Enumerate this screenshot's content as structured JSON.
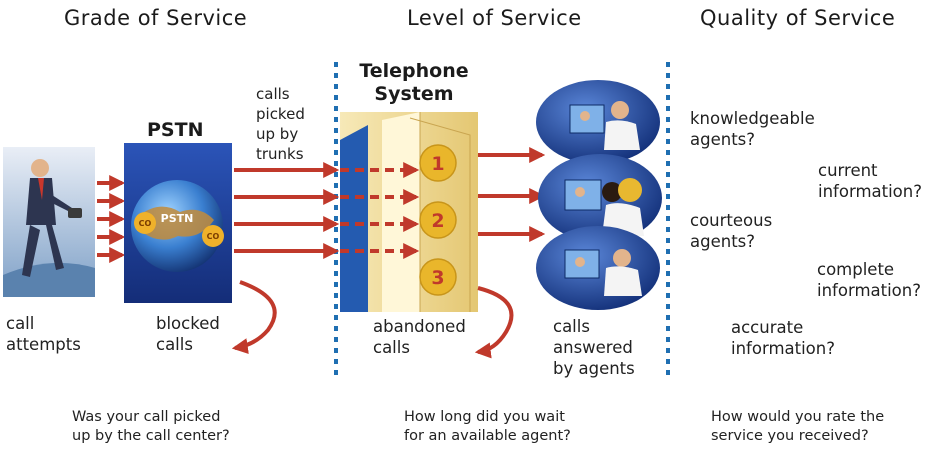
{
  "headings": {
    "grade": "Grade of Service",
    "level": "Level of Service",
    "quality": "Quality of Service"
  },
  "labels": {
    "pstn": "PSTN",
    "telephone_system_line1": "Telephone",
    "telephone_system_line2": "System",
    "calls_picked_line1": "calls",
    "calls_picked_line2": "picked",
    "calls_picked_line3": "up by",
    "calls_picked_line4": "trunks",
    "call_attempts_line1": "call",
    "call_attempts_line2": "attempts",
    "blocked_line1": "blocked",
    "blocked_line2": "calls",
    "abandoned_line1": "abandoned",
    "abandoned_line2": "calls",
    "answered_line1": "calls",
    "answered_line2": "answered",
    "answered_line3": "by agents",
    "globe_text": "PSTN",
    "co_left": "CO",
    "co_right": "CO"
  },
  "queue_numbers": [
    "1",
    "2",
    "3"
  ],
  "quality_items": [
    {
      "line1": "knowledgeable",
      "line2": "agents?"
    },
    {
      "line1": "current",
      "line2": "information?"
    },
    {
      "line1": "courteous",
      "line2": "agents?"
    },
    {
      "line1": "complete",
      "line2": "information?"
    },
    {
      "line1": "accurate",
      "line2": "information?"
    }
  ],
  "questions": {
    "grade_line1": "Was your call picked",
    "grade_line2": "up by the call center?",
    "level_line1": "How long did you wait",
    "level_line2": "for an available agent?",
    "quality_line1": "How would you rate the",
    "quality_line2": "service you received?"
  },
  "colors": {
    "arrow_red": "#c0392b",
    "divider_blue": "#1f6fb2",
    "pstn_panel": "#1c3f9a",
    "building": "#f1dc9a",
    "queue_circle": "#e9b62b",
    "agent_disc": "#1d3f92"
  }
}
